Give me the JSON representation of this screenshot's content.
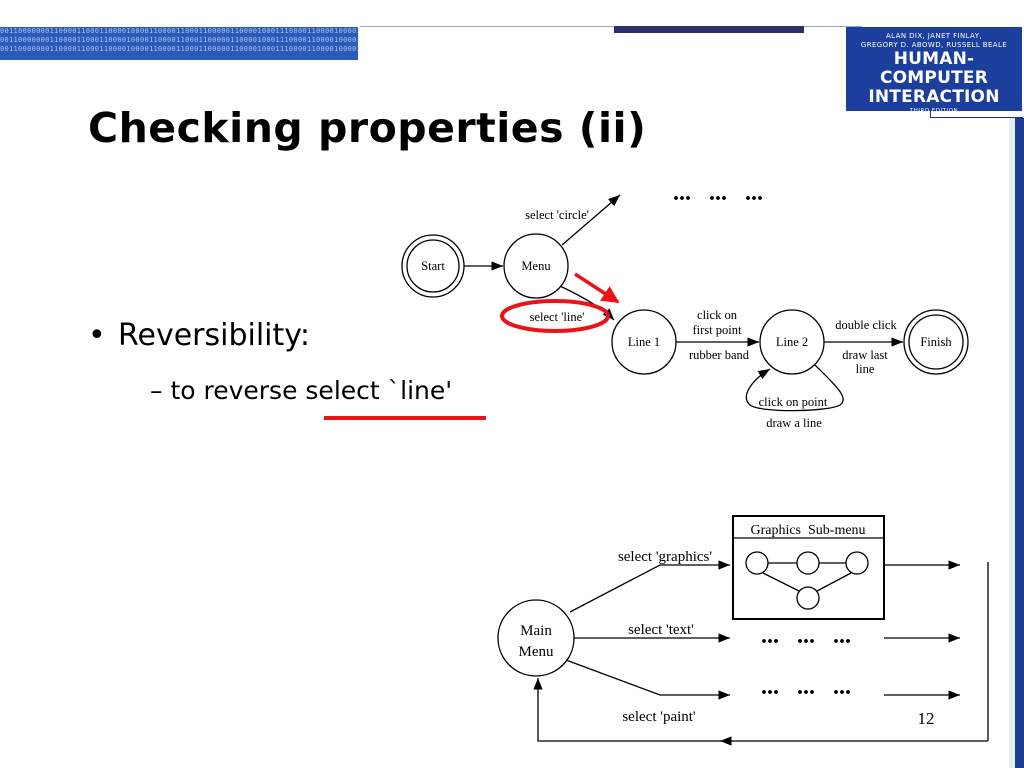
{
  "header": {
    "binary_strip": "0011000000011000011000110000100001100001100011000001100001000111000011000010000110001100001000011001100001100011000001000011000110000100001100011000011000110000010000110001100001",
    "book_cover": {
      "authors_line1": "ALAN DIX, JANET FINLAY,",
      "authors_line2": "GREGORY D. ABOWD, RUSSELL BEALE",
      "title_line1": "HUMAN-COMPUTER",
      "title_line2": "INTERACTION",
      "edition": "THIRD EDITION"
    }
  },
  "slide": {
    "title": "Checking properties (ii)",
    "bullets": {
      "level1_marker": "•",
      "level1_text": "Reversibility:",
      "level2_text": "– to reverse select `line'"
    },
    "page_number": "12"
  },
  "upper_diagram": {
    "states": {
      "start": "Start",
      "menu": "Menu",
      "line1": "Line 1",
      "line2": "Line 2",
      "finish": "Finish"
    },
    "labels": {
      "select_circle": "select 'circle'",
      "select_line": "select 'line'",
      "click_on": "click on",
      "first_point": "first point",
      "rubber_band": "rubber band",
      "double_click": "double click",
      "draw_last": "draw last",
      "line_word": "line",
      "click_on_point": "click on point",
      "draw_a_line": "draw a line",
      "ellipsis": "...   ...   ..."
    }
  },
  "lower_diagram": {
    "main_menu_line1": "Main",
    "main_menu_line2": "Menu",
    "select_graphics": "select 'graphics'",
    "select_text": "select 'text'",
    "select_paint": "select 'paint'",
    "submenu_title": "Graphics  Sub-menu",
    "ellipsis": "...   ...   ..."
  },
  "colors": {
    "accent_red": "#e8141a",
    "header_blue": "#2a5bb8",
    "book_blue": "#1c3f9e",
    "bar_navy": "#1e3d8f"
  }
}
